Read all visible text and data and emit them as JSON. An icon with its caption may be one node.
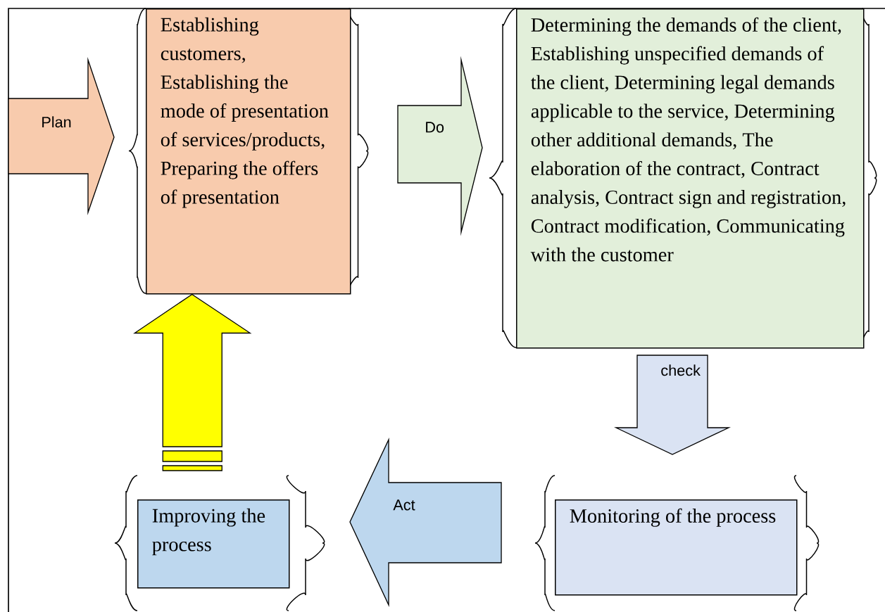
{
  "diagram": {
    "nodes": [
      {
        "text": [
          "Plan"
        ]
      },
      {
        "text": [
          "Establishing customers, Establishing the mode of presentation of services/products, Preparing the offers of presentation"
        ]
      },
      {
        "text": [
          "Do"
        ]
      },
      {
        "text": [
          "Determining the demands of the client, Establishing unspecified demands of the client, Determining legal demands applicable to the service, Determining other additional demands, The elaboration of the contract, Contract analysis, Contract sign and registration, Contract modification, Communicating with the customer"
        ]
      },
      {
        "text": [
          "check"
        ]
      },
      {
        "text": [
          "Monitoring of the process"
        ]
      },
      {
        "text": [
          "Act"
        ]
      },
      {
        "text": [
          "Improving the process"
        ]
      }
    ],
    "edges": [
      {
        "from": 7,
        "to": 1,
        "arrow": "to"
      }
    ]
  }
}
